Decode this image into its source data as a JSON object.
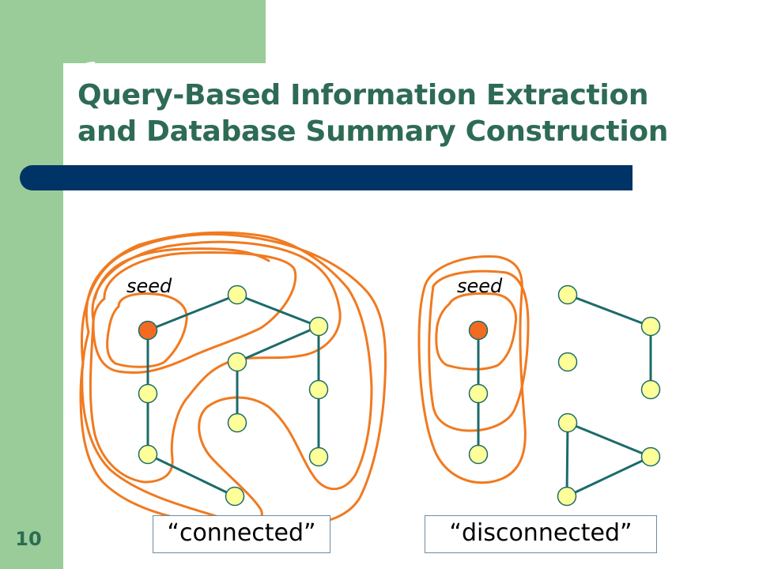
{
  "title": {
    "line1": "Query-Based Information Extraction",
    "line2": "and Database Summary Construction"
  },
  "slide_number": "10",
  "diagram": {
    "seed_label": "seed",
    "left_caption": "“connected”",
    "right_caption": "“disconnected”",
    "colors": {
      "seed_node": "#f26b21",
      "node": "#ffff99",
      "edge": "#1d6b6b",
      "outline": "#f07a20"
    }
  }
}
